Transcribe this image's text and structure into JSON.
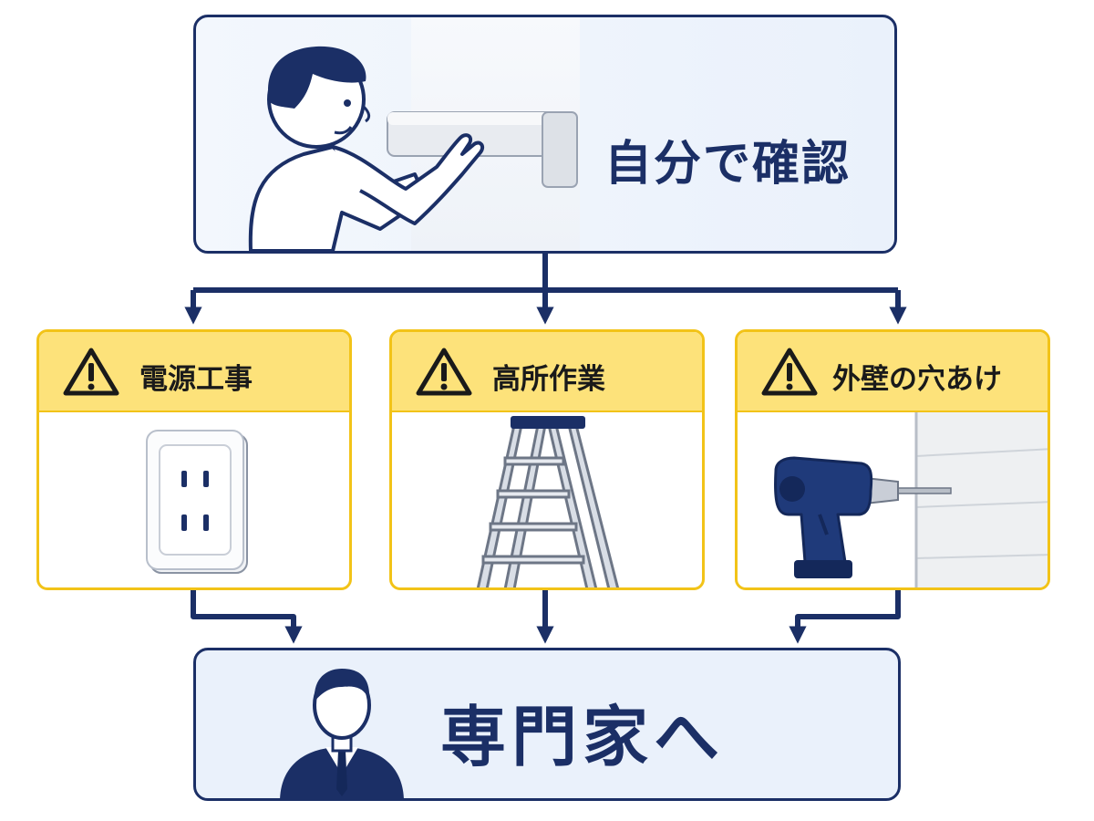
{
  "top": {
    "title": "自分で確認"
  },
  "cards": [
    {
      "title": "電源工事"
    },
    {
      "title": "高所作業"
    },
    {
      "title": "外壁の穴あけ"
    }
  ],
  "bottom": {
    "title": "専門家へ"
  },
  "colors": {
    "navy": "#1b2f66",
    "yellow": "#f2c318",
    "yellow_light": "#fde27a"
  },
  "icons": [
    "person-touching-wall-icon",
    "warning-icon",
    "outlet-icon",
    "ladder-icon",
    "drill-icon",
    "businessman-icon",
    "arrow-down-icon"
  ]
}
